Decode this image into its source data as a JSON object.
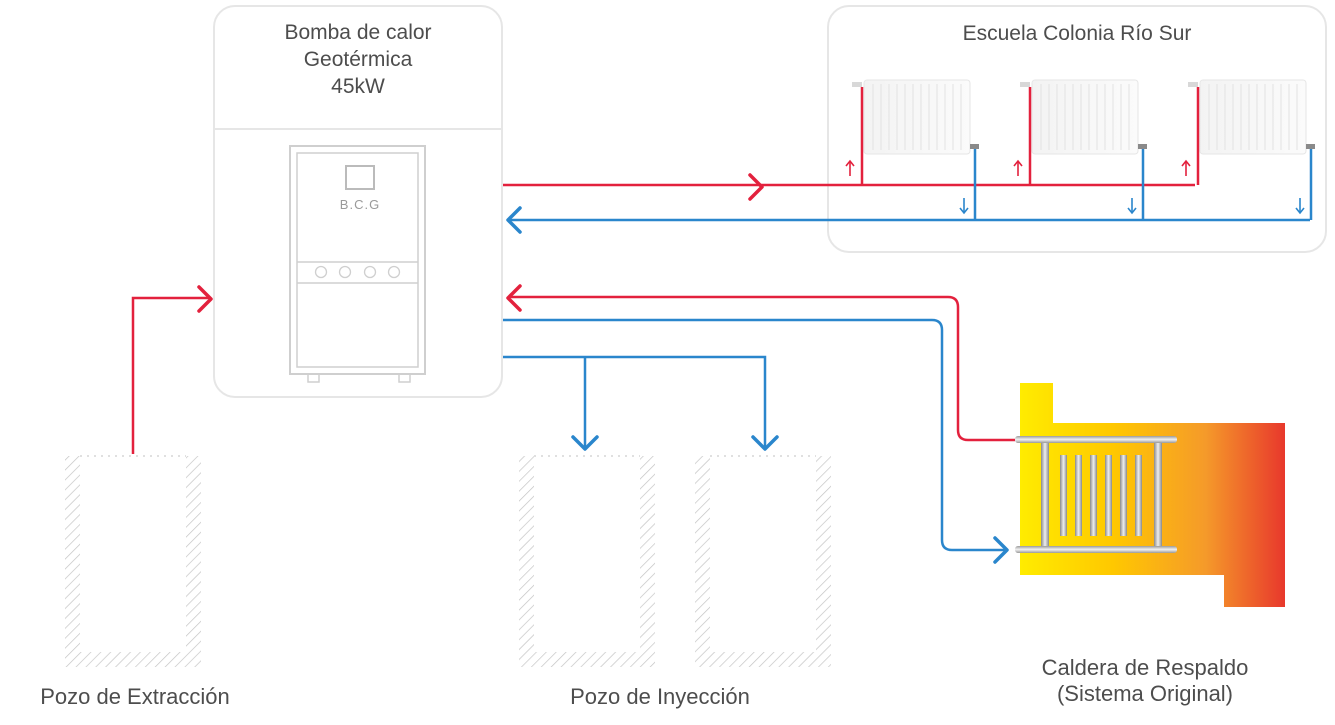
{
  "heat_pump": {
    "title": "Bomba de calor\nGeotérmica\n45kW",
    "unit_code": "B.C.G"
  },
  "school": {
    "title": "Escuela Colonia Río Sur"
  },
  "wells": {
    "extraction_label": "Pozo de Extracción",
    "injection_label": "Pozo de Inyección"
  },
  "boiler": {
    "label": "Caldera de Respaldo\n(Sistema Original)"
  },
  "colors": {
    "hot_pipe": "#e3213d",
    "cold_pipe": "#2a86cc",
    "box_border": "#e6e6e6",
    "boiler_gradient_start": "#ffe800",
    "boiler_gradient_end": "#e83a2c"
  }
}
